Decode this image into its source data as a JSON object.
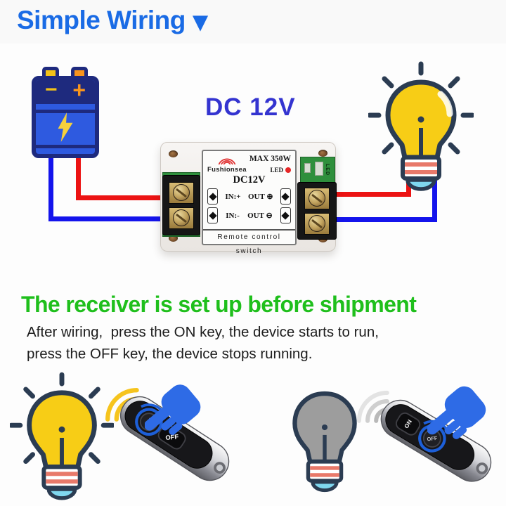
{
  "header": {
    "title": "Simple Wiring",
    "arrow": "▼"
  },
  "diagram": {
    "voltage_label": "DC 12V",
    "battery": {
      "minus": "−",
      "plus": "+"
    },
    "receiver": {
      "brand": "Fushionsea",
      "max_power": "MAX 350W",
      "led_label": "LED",
      "pcb_led": "LED",
      "model": "DC12V",
      "in_plus": "IN:+",
      "out_plus": "OUT ⊕",
      "in_minus": "IN:-",
      "out_minus": "OUT ⊖",
      "caption": "Remote control switch"
    }
  },
  "info": {
    "headline": "The receiver is set up before shipment",
    "line1": "After wiring,  press the ON key, the device starts to run,",
    "line2": "press the OFF key, the device stops running."
  },
  "demo": {
    "on_label": "ON",
    "off_label": "OFF"
  },
  "colors": {
    "title_blue": "#1a6be5",
    "dc_blue": "#3434d0",
    "headline_green": "#1fbf1c",
    "wire_red": "#ec1313",
    "wire_blue": "#1414ec",
    "hand_blue": "#2e6be6"
  }
}
